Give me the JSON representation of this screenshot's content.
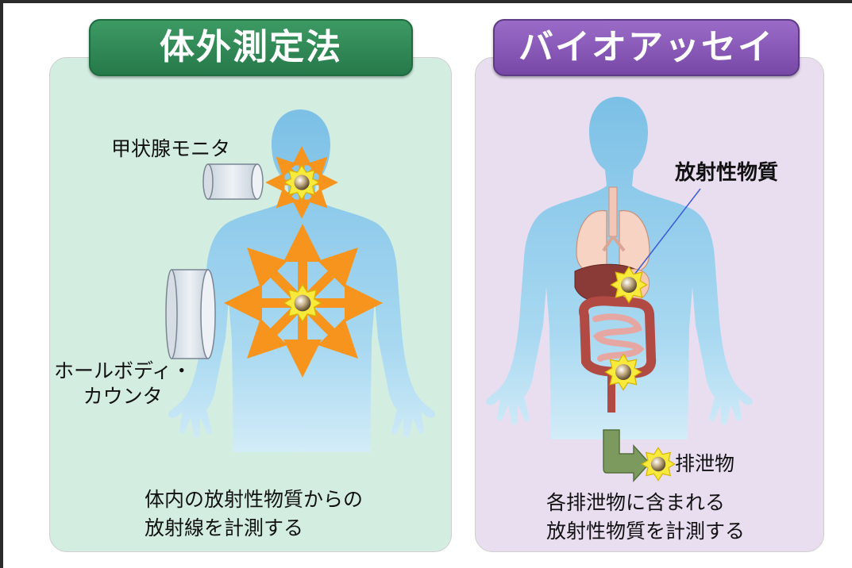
{
  "panels": {
    "left": {
      "title": "体外測定法",
      "thyroid_label": "甲状腺モニタ",
      "wbc_label_line1": "ホールボディ・",
      "wbc_label_line2": "カウンタ",
      "caption_line1": "体内の放射性物質からの",
      "caption_line2": "放射線を計測する"
    },
    "right": {
      "title": "バイオアッセイ",
      "radioactive_label": "放射性物質",
      "excreta_label": "排泄物",
      "caption_line1": "各排泄物に含まれる",
      "caption_line2": "放射性物質を計測する"
    }
  },
  "colors": {
    "left_panel_bg": "#d3ede1",
    "left_header": "#2e8754",
    "right_panel_bg": "#e9def0",
    "right_header": "#8557b4",
    "body_silhouette": "#8fcbea",
    "radiation_arrows": "#f7941d",
    "star_source": "#f5e83a"
  }
}
